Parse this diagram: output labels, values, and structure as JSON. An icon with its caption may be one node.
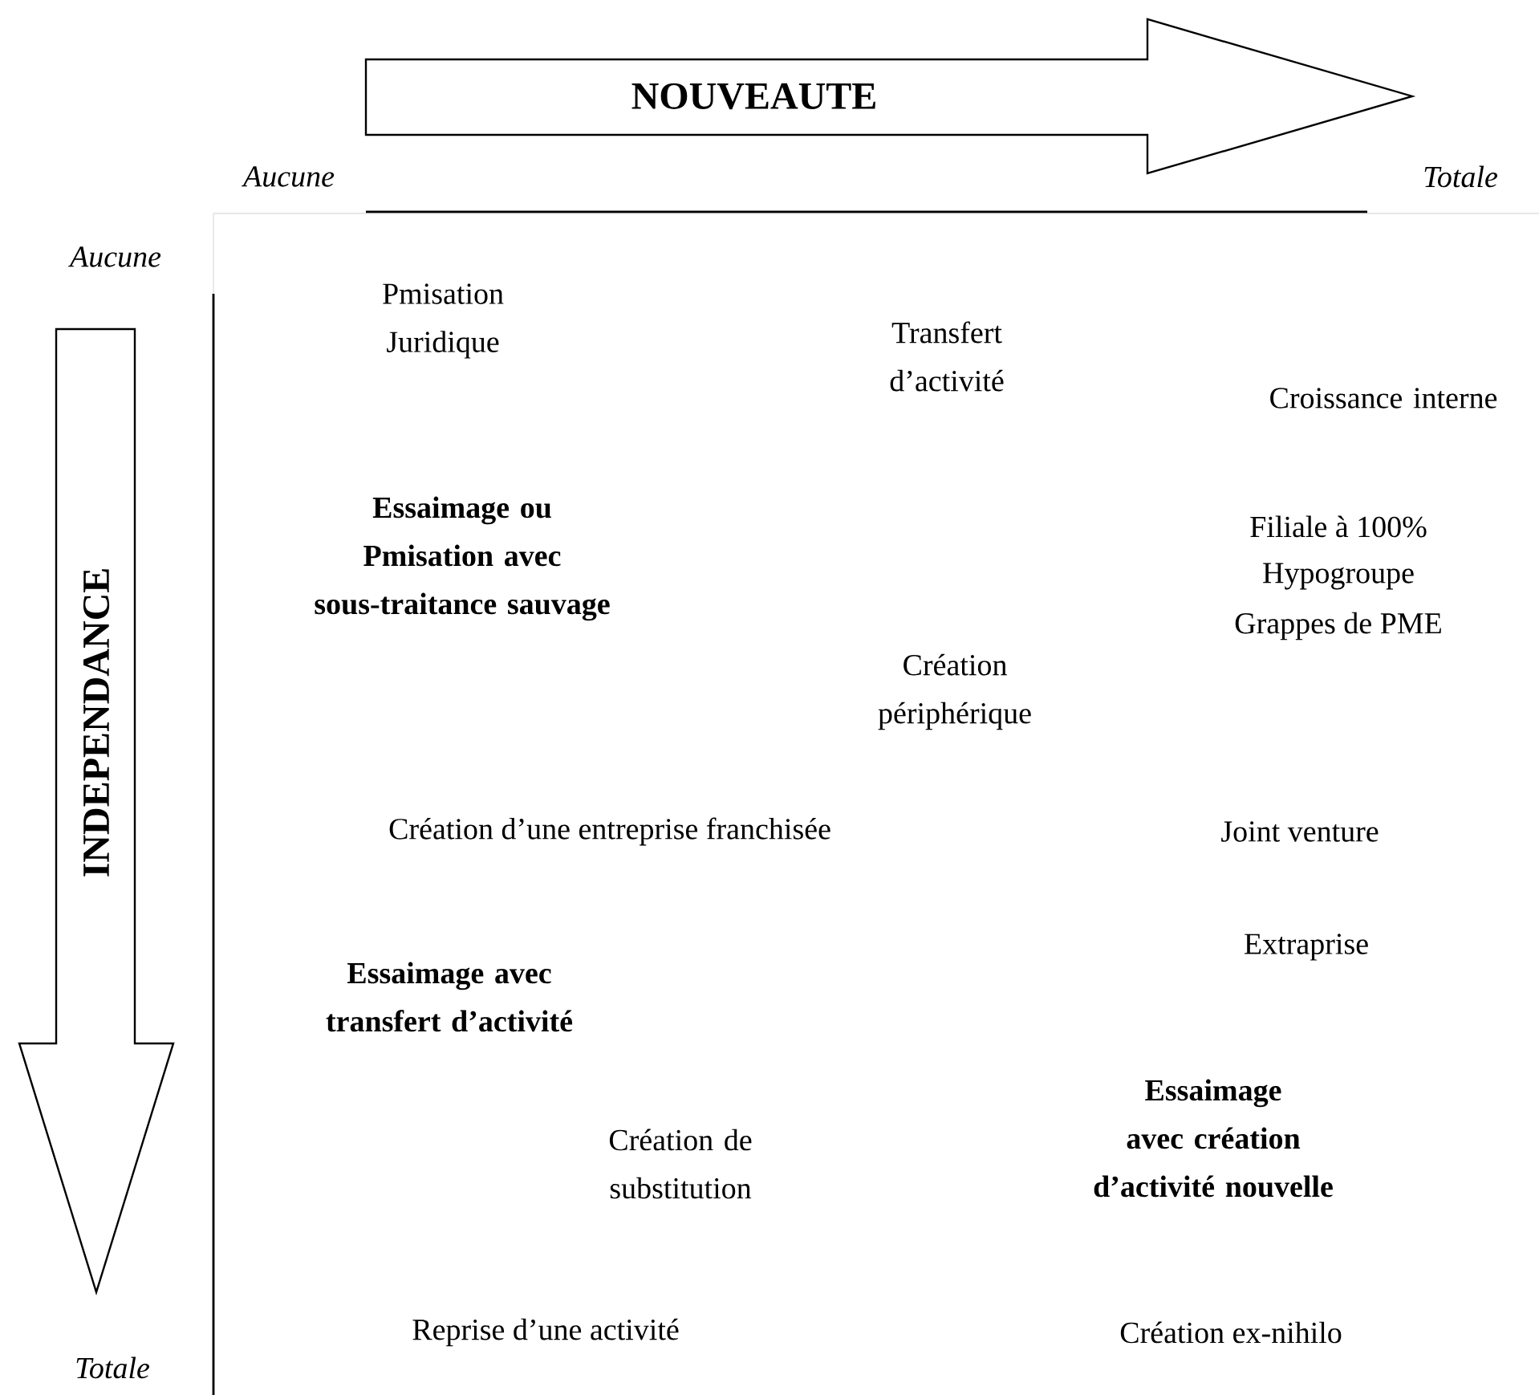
{
  "diagram": {
    "nodes": [
      {
        "text": [
          "NOUVEAUTE"
        ]
      },
      {
        "text": [
          "INDEPENDANCE"
        ]
      }
    ],
    "labels": [
      "Aucune",
      "Totale",
      "Aucune",
      "Pmisation Juridique",
      "Transfert d’activité",
      "Croissance interne",
      "Essaimage ou Pmisation avec sous-traitance sauvage",
      "Filiale à 100%",
      "Hypogroupe",
      "Grappes de PME",
      "Création périphérique",
      "Création d’une entreprise franchisée",
      "Joint venture",
      "Essaimage avec transfert d’activité",
      "Extraprise",
      "Essaimage avec création d’activité nouvelle",
      "Création de substitution",
      "Reprise d’une activité",
      "Création ex-nihilo",
      "Totale"
    ]
  }
}
